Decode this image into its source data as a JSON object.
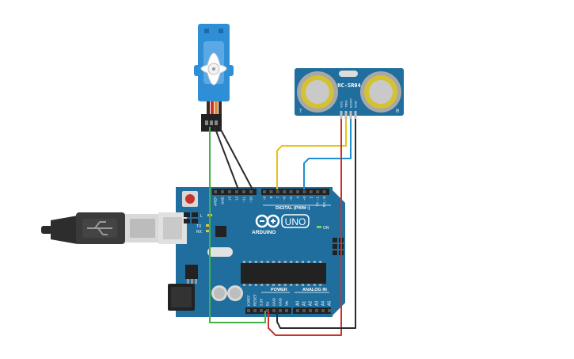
{
  "board": {
    "brand": "ARDUINO",
    "model": "UNO",
    "digital_header": "DIGITAL (PWM~)",
    "power_header": "POWER",
    "analog_header": "ANALOG IN",
    "led_l": "L",
    "led_tx": "TX",
    "led_rx": "RX",
    "led_on": "ON",
    "digital_pins": [
      "AREF",
      "GND",
      "13",
      "12",
      "~11",
      "~10",
      "~9",
      "8",
      "7",
      "~6",
      "~5",
      "4",
      "~3",
      "2",
      "TX→1",
      "RX←0"
    ],
    "power_pins": [
      "IOREF",
      "RESET",
      "3.3V",
      "5V",
      "GND",
      "GND",
      "Vin"
    ],
    "analog_pins": [
      "A0",
      "A1",
      "A2",
      "A3",
      "A4",
      "A5"
    ]
  },
  "sensor": {
    "model": "HC-SR04",
    "pins": [
      "VCC",
      "TRIG",
      "ECHO",
      "GND"
    ],
    "corner_left": "T",
    "corner_right": "R"
  },
  "colors": {
    "board": "#1f6e9e",
    "board_dark": "#175a83",
    "wire_red": "#d0302b",
    "wire_black": "#2b2b2b",
    "wire_yellow": "#e8c216",
    "wire_blue": "#1c8fd0",
    "wire_green": "#3fb34a",
    "servo_blue": "#2f8fd6"
  }
}
